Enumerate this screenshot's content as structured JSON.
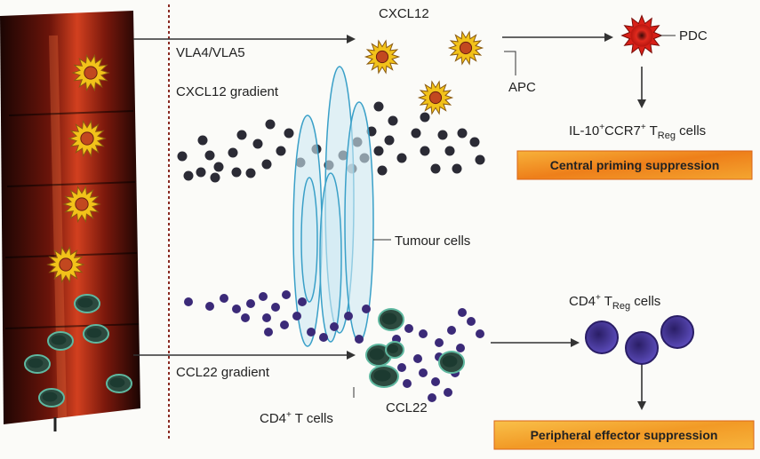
{
  "labels": {
    "cxcl12": "CXCL12",
    "vla": "VLA4/VLA5",
    "cxcl12_gradient": "CXCL12 gradient",
    "apc": "APC",
    "pdc": "PDC",
    "il10_prefix": "IL-10",
    "il10_sup1": "+",
    "il10_mid": "CCR7",
    "il10_sup2": "+",
    "il10_t": " T",
    "il10_sub": "Reg",
    "il10_suffix": " cells",
    "tumour": "Tumour cells",
    "cd4_treg_prefix": "CD4",
    "cd4_treg_sup": "+",
    "cd4_treg_t": " T",
    "cd4_treg_sub": "Reg",
    "cd4_treg_suffix": " cells",
    "ccl22_gradient": "CCL22 gradient",
    "cd4_t_prefix": "CD4",
    "cd4_t_sup": "+",
    "cd4_t_suffix": " T cells",
    "ccl22": "CCL22"
  },
  "boxes": {
    "central": "Central priming suppression",
    "peripheral": "Peripheral effector suppression"
  },
  "colors": {
    "vessel_dark": "#2a0a06",
    "vessel_red": "#c8321e",
    "apc_fill": "#f2c21a",
    "apc_nucleus": "#c2481f",
    "pdc_fill": "#d82018",
    "tumour_fill": "#cfe9f3",
    "tumour_stroke": "#3aa0c8",
    "cxcl12_dot": "#2b2b35",
    "ccl22_dot": "#3b2a78",
    "treg_fill": "#3a2c86",
    "tcell_fill": "#2d4a3f",
    "tcell_ring": "#5fb8a0",
    "box_fill": "#ef8a1c"
  }
}
